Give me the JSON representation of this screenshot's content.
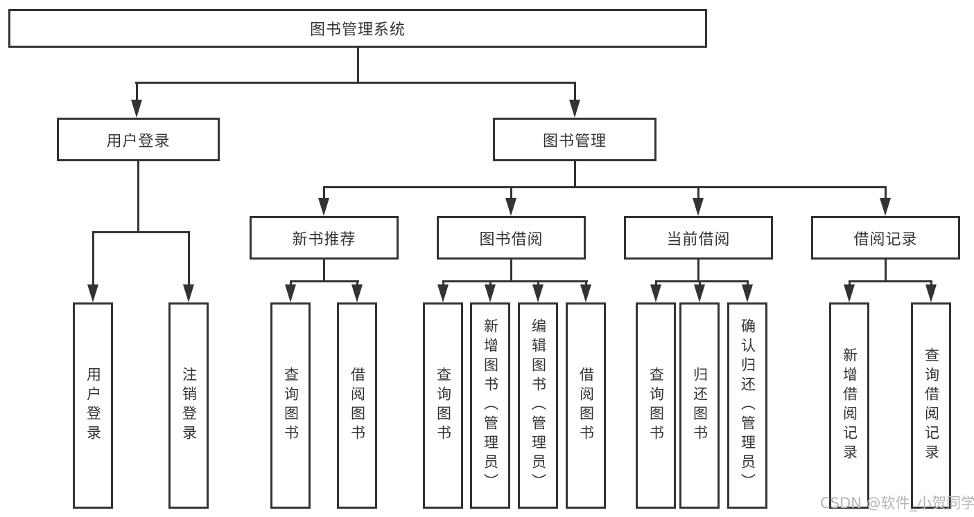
{
  "tree": {
    "root": {
      "label": "图书管理系统"
    },
    "children": [
      {
        "label": "用户登录",
        "children": [
          {
            "label": "用户登录"
          },
          {
            "label": "注销登录"
          }
        ]
      },
      {
        "label": "图书管理",
        "children": [
          {
            "label": "新书推荐",
            "children": [
              {
                "label": "查询图书"
              },
              {
                "label": "借阅图书"
              }
            ]
          },
          {
            "label": "图书借阅",
            "children": [
              {
                "label": "查询图书"
              },
              {
                "label": "新增图书（管理员）"
              },
              {
                "label": "编辑图书（管理员）"
              },
              {
                "label": "借阅图书"
              }
            ]
          },
          {
            "label": "当前借阅",
            "children": [
              {
                "label": "查询图书"
              },
              {
                "label": "归还图书"
              },
              {
                "label": "确认归还（管理员）"
              }
            ]
          },
          {
            "label": "借阅记录",
            "children": [
              {
                "label": "新增借阅记录"
              },
              {
                "label": "查询借阅记录"
              }
            ]
          }
        ]
      }
    ]
  },
  "watermark": {
    "text": "CSDN @软件_小贺同学"
  },
  "colors": {
    "line": "#333333",
    "box_fill": "#ffffff",
    "text": "#333333",
    "watermark": "#b5b5b5",
    "background": "#ffffff"
  }
}
